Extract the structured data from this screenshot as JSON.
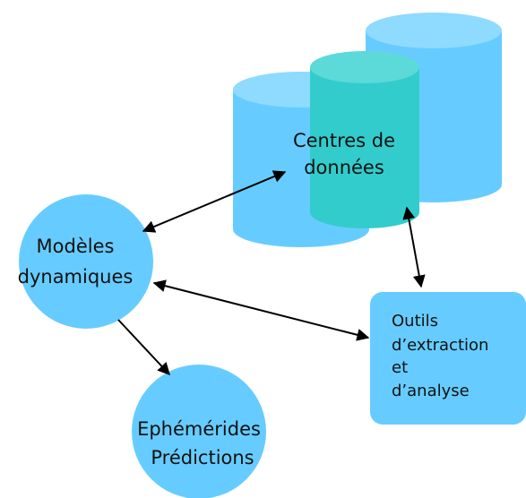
{
  "diagram": {
    "data_centers": {
      "line1": "Centres de",
      "line2": "données"
    },
    "models": {
      "line1": "Modèles",
      "line2": "dynamiques"
    },
    "tools": {
      "line1": "Outils",
      "line2": "d’extraction",
      "line3": "et",
      "line4": "d’analyse"
    },
    "ephemerides": {
      "line1": "Ephémérides",
      "line2": "Prédictions"
    },
    "colors": {
      "cylinder_light": "#66ccff",
      "cylinder_light_top": "#8fdaff",
      "cylinder_teal": "#33cccc",
      "cylinder_teal_top": "#5cd9d9",
      "node_blue": "#66ccff",
      "arrow": "#000000"
    }
  }
}
